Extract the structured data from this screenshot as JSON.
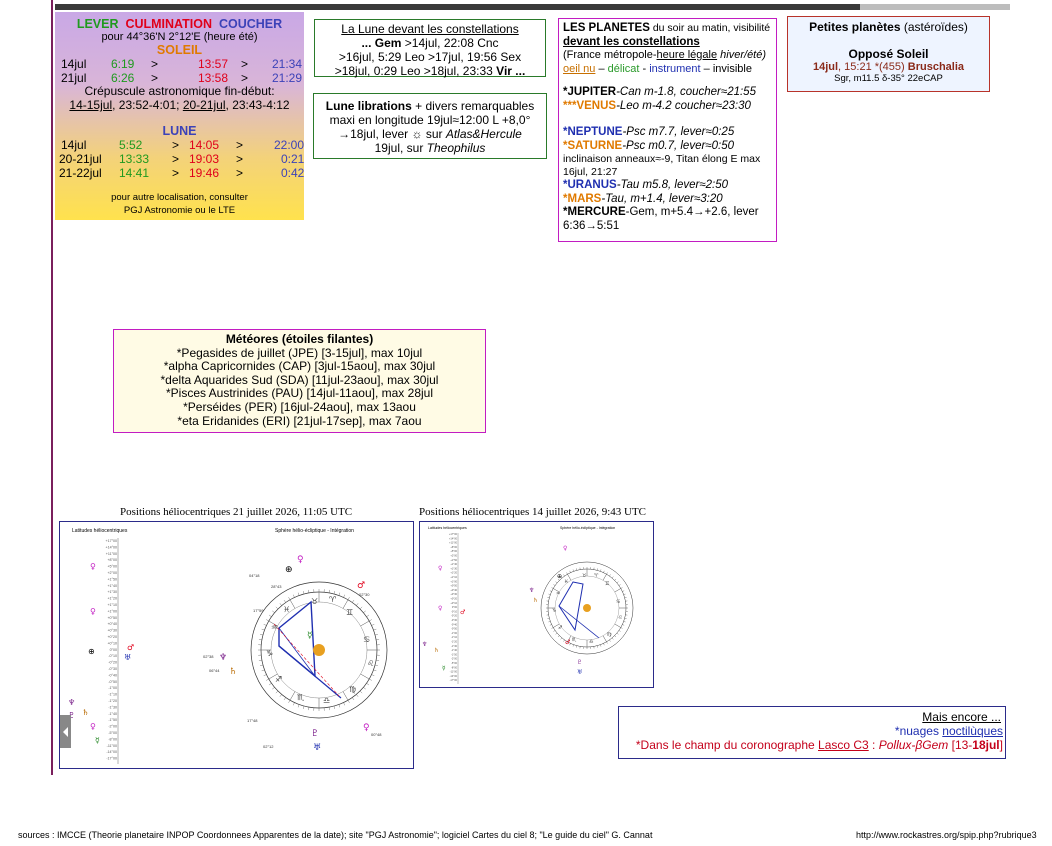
{
  "sun_box": {
    "header": {
      "lever": "LEVER",
      "culmination": "CULMINATION",
      "coucher": "COUCHER"
    },
    "location": "pour 44°36'N  2°12'E (heure été)",
    "sun_title": "SOLEIL",
    "sun_rows": [
      {
        "date": "14jul",
        "rise": "6:19",
        "culm": "13:57",
        "set": "21:34"
      },
      {
        "date": "21jul",
        "rise": "6:26",
        "culm": "13:58",
        "set": "21:29"
      }
    ],
    "arrow": ">",
    "twilight_title": "Crépuscule astronomique fin-début:",
    "twilight_a": "14-15jul",
    "twilight_a_val": ", 23:52-4:01; ",
    "twilight_b": "20-21jul",
    "twilight_b_val": ", 23:43-4:12",
    "moon_title": "LUNE",
    "moon_rows": [
      {
        "date": "14jul",
        "rise": "5:52",
        "culm": "14:05",
        "set": "22:00"
      },
      {
        "date": "20-21jul",
        "rise": "13:33",
        "culm": "19:03",
        "set": "0:21"
      },
      {
        "date": "21-22jul",
        "rise": "14:41",
        "culm": "19:46",
        "set": "0:42"
      }
    ],
    "note1": "pour autre localisation, consulter",
    "note2": "PGJ Astronomie ou le LTE"
  },
  "moon_constellations": {
    "title": "La Lune devant les constellations",
    "line1_a": "... Gem",
    "line1_b": " >14jul, 22:08 Cnc",
    "line2": ">16jul, 5:29 Leo >17jul, 19:56 Sex",
    "line3_a": ">18jul, 0:29 Leo >18jul, 23:33 ",
    "line3_b": "Vir ..."
  },
  "librations": {
    "title": "Lune librations",
    "title_rest": " + divers remarquables",
    "line1": "maxi en longitude 19jul≈12:00 L +8,0°",
    "line2_a": "→18jul, lever ☼ sur ",
    "line2_b": "Atlas&Hercule",
    "line3_a": "19jul, sur ",
    "line3_b": "Theophilus"
  },
  "planets": {
    "title": "LES PLANETES",
    "title_rest": " du soir au matin, visibilité",
    "subtitle": "devant les constellations",
    "context_a": "(France métropole-",
    "context_b": "heure légale",
    "context_c": " hiver/été)",
    "legend": {
      "naked": "oeil nu",
      "delicate": "délicat",
      "instrument": "instrument",
      "invisible": "invisible"
    },
    "jupiter": {
      "marker": "*",
      "name": "JUPITER",
      "rest": "-Can m-1.8, coucher≈21:55"
    },
    "venus": {
      "marker": "***",
      "name": "VENUS",
      "rest": "-Leo m-4.2 coucher≈23:30"
    },
    "neptune": {
      "marker": "*",
      "name": "NEPTUNE",
      "rest": "-Psc m7.7, lever≈0:25"
    },
    "saturn": {
      "marker": "*",
      "name": "SATURNE",
      "rest": "-Psc m0.7, lever≈0:50"
    },
    "saturn_note": "inclinaison anneaux≈-9, Titan élong E max 16jul, 21:27",
    "uranus": {
      "marker": "*",
      "name": "URANUS",
      "rest": "-Tau m5.8, lever≈2:50"
    },
    "mars": {
      "marker": "*",
      "name": "MARS",
      "rest": "-Tau, m+1.4, lever≈3:20"
    },
    "mercure": {
      "marker": "*",
      "name": "MERCURE",
      "rest": "-Gem, m+5.4→+2.6, lever 6:36→5:51"
    }
  },
  "asteroids": {
    "title": "Petites planètes",
    "title_rest": " (astéroïdes)",
    "opp": "Opposé Soleil",
    "line1_a": "14jul",
    "line1_b": ", 15:21 *(455) ",
    "line1_c": "Bruschalia",
    "line2": "Sgr, m11.5  δ-35° 22eCAP"
  },
  "meteors": {
    "title": "Météores (étoiles filantes)",
    "items": [
      "*Pegasides de juillet (JPE) [3-15jul], max 10jul",
      "*alpha Capricornides (CAP) [3jul-15aou], max 30jul",
      "*delta Aquarides Sud (SDA) [11jul-23aou], max 30jul",
      "*Pisces Austrinides (PAU) [14jul-11aou], max 28jul",
      "*Perséides (PER) [16jul-24aou], max 13aou",
      "*eta Eridanides (ERI) [21jul-17sep], max 7aou"
    ]
  },
  "charts": {
    "big_caption": "Positions héliocentriques 21 juillet 2026, 11:05 UTC",
    "small_caption": "Positions héliocentriques 14 juillet 2026, 9:43 UTC",
    "lat_title": "Latitudes héliocentriques",
    "sphere_title": "Sphère hélio-écliptique - Intégration",
    "lat_ticks": [
      "+17°00",
      "+14°00",
      "+11°00",
      "+8°00",
      "+5°00",
      "+2°00",
      "+1°50",
      "+1°40",
      "+1°30",
      "+1°20",
      "+1°10",
      "+1°00",
      "+0°50",
      "+0°40",
      "+0°30",
      "+0°20",
      "+0°10",
      "0°00",
      "-0°10",
      "-0°20",
      "-0°30",
      "-0°40",
      "-0°50",
      "-1°00",
      "-1°10",
      "-1°20",
      "-1°30",
      "-1°40",
      "-1°50",
      "-2°00",
      "-5°00",
      "-8°00",
      "-11°00",
      "-14°00",
      "-17°00"
    ],
    "outer_labels": [
      "04°18",
      "28°43",
      "02°30",
      "17°59",
      "02°38",
      "06°44",
      "17°48",
      "02°12",
      "00°48"
    ]
  },
  "misc": {
    "title": "Mais encore ...",
    "nl_a": "*nuages ",
    "nl_b": "noctilùques",
    "coro_a": "*Dans le champ du coronographe ",
    "coro_link": "Lasco C3",
    "coro_b": " : ",
    "coro_c": "Pollux-βGem",
    "coro_d": " [13-",
    "coro_e": "18jul",
    "coro_f": "]"
  },
  "footer": {
    "sources": "sources : IMCCE (Theorie planetaire INPOP Coordonnees Apparentes de la date); site \"PGJ Astronomie\"; logiciel  Cartes du ciel 8; \"Le guide du ciel\" G. Cannat",
    "url": "http://www.rockastres.org/spip.php?rubrique3"
  },
  "colors": {
    "naked": "#c87000",
    "delicate": "#2a9a2a",
    "instrument": "#1f2fb0",
    "invisible": "#000000",
    "venus": "#e07a00"
  }
}
